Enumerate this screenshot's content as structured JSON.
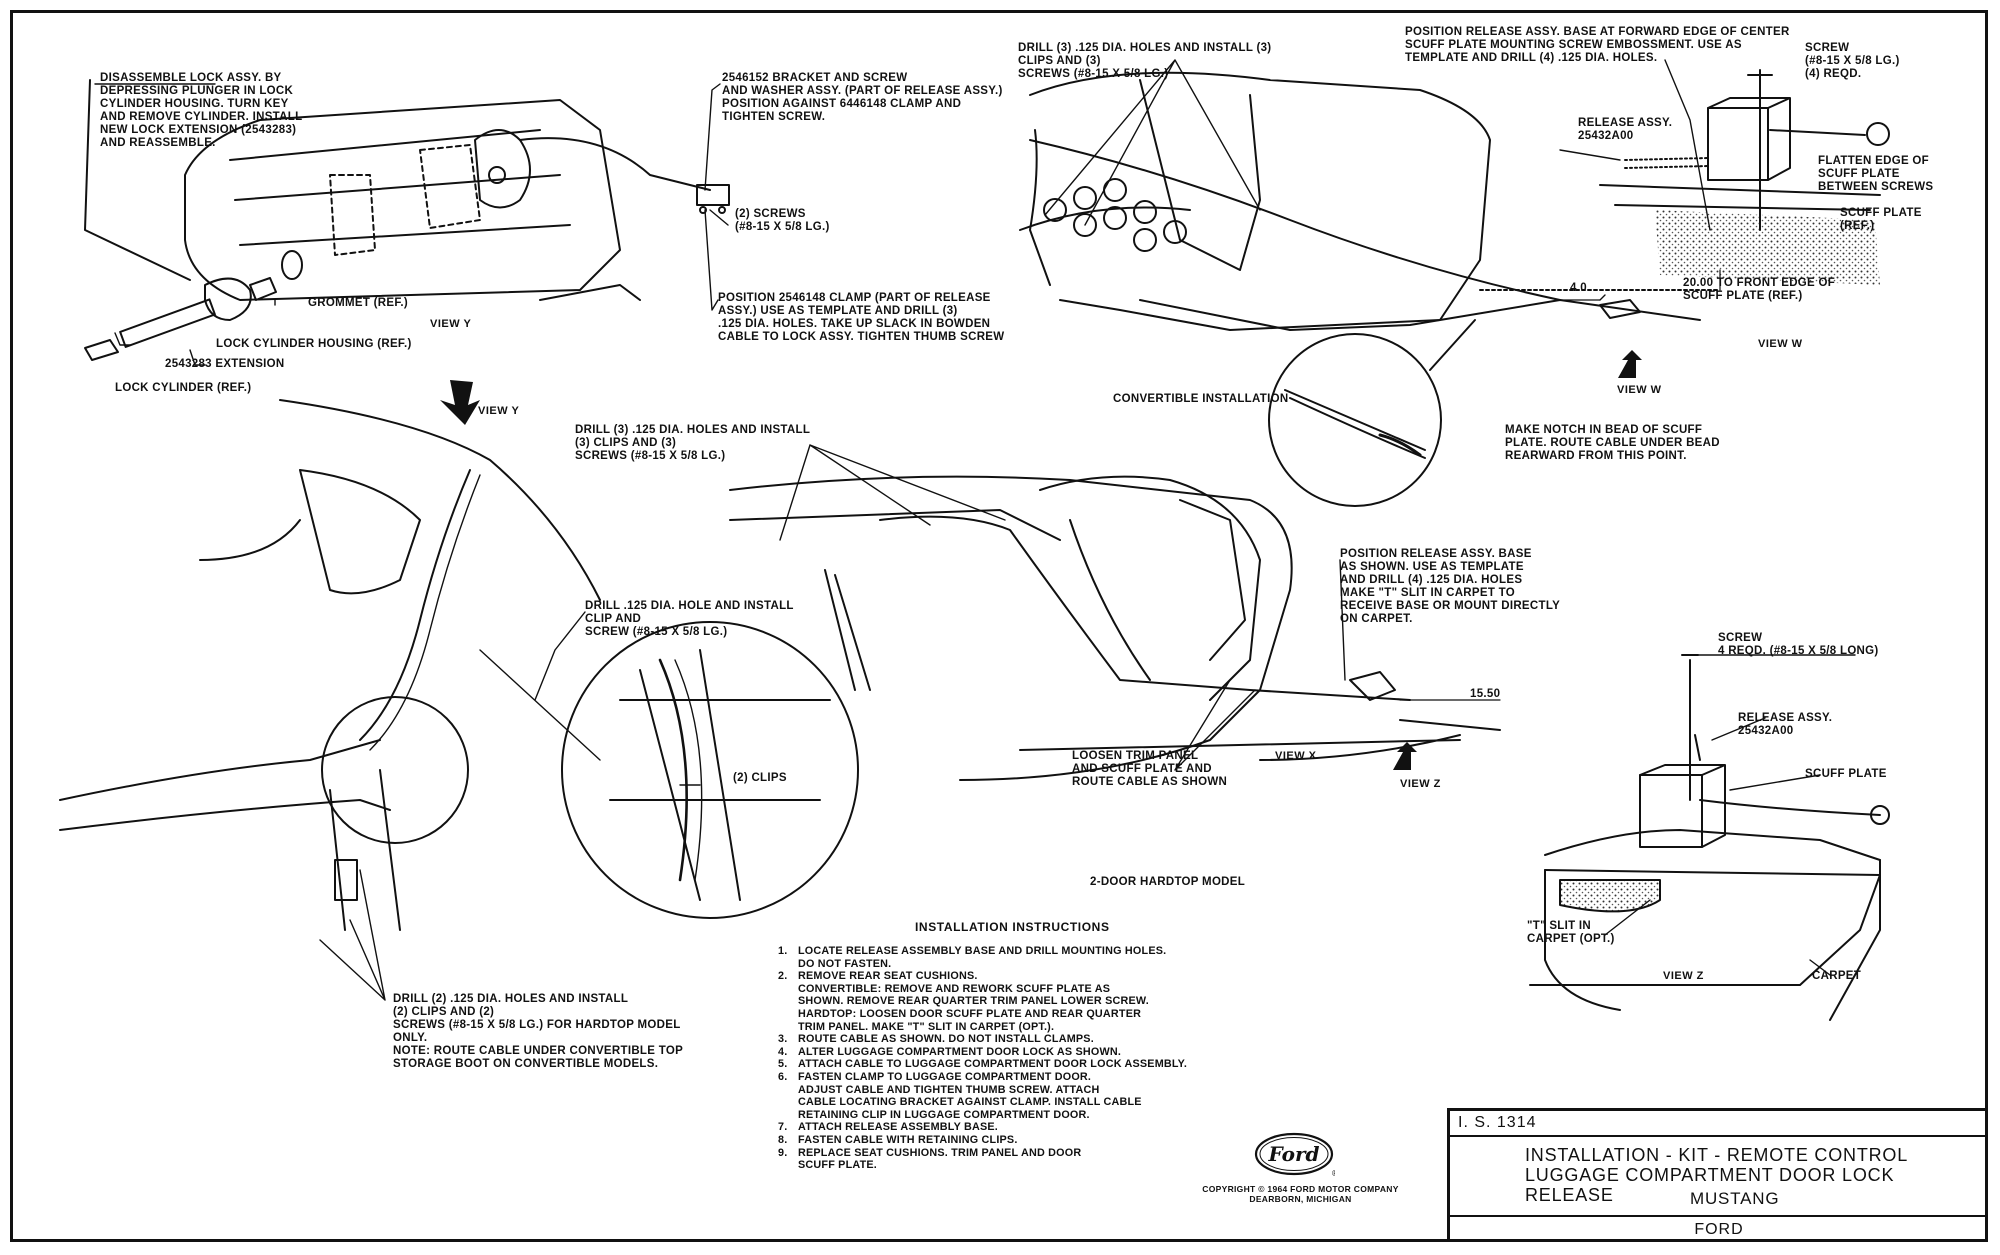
{
  "labels": {
    "disassemble": "DISASSEMBLE LOCK ASSY. BY\nDEPRESSING PLUNGER IN LOCK\nCYLINDER HOUSING. TURN KEY\nAND REMOVE CYLINDER. INSTALL\nNEW LOCK EXTENSION (2543283)\nAND REASSEMBLE.",
    "bracket": "2546152 BRACKET AND SCREW\nAND WASHER ASSY. (PART OF RELEASE ASSY.)\nPOSITION AGAINST 6446148 CLAMP AND\nTIGHTEN SCREW.",
    "screws2": "(2) SCREWS\n(#8-15 x 5/8 LG.)",
    "position_clamp": "POSITION 2546148 CLAMP (PART OF RELEASE\nASSY.)  USE AS TEMPLATE AND DRILL (3)\n.125 DIA. HOLES.  TAKE UP SLACK IN BOWDEN\nCABLE TO LOCK ASSY.  TIGHTEN THUMB SCREW",
    "grommet": "GROMMET (REF.)",
    "view_y": "VIEW Y",
    "lock_housing": "LOCK CYLINDER HOUSING (REF.)",
    "extension": "2543283 EXTENSION",
    "lock_cylinder": "LOCK CYLINDER (REF.)",
    "drill3_top": "DRILL (3) .125 DIA. HOLES AND INSTALL (3)\nCLIPS AND (3)\nSCREWS (#8-15 x 5/8 LG.)",
    "position_base_top": "POSITION RELEASE ASSY. BASE AT FORWARD EDGE OF CENTER\nSCUFF PLATE MOUNTING SCREW EMBOSSMENT.  USE AS\nTEMPLATE AND DRILL (4) .125 DIA. HOLES.",
    "screw_w": "SCREW\n(#8-15 x 5/8 LG.)\n(4) REQD.",
    "release_w": "RELEASE ASSY.\n25432A00",
    "flatten": "FLATTEN EDGE OF\nSCUFF PLATE\nBETWEEN SCREWS",
    "scuff_ref": "SCUFF PLATE\n(REF.)",
    "dim_20": "20.00 TO FRONT EDGE OF\nSCUFF PLATE (REF.)",
    "dim_4": "4.0",
    "view_w": "VIEW W",
    "view_w_arrow": "VIEW W",
    "convertible": "CONVERTIBLE INSTALLATION",
    "make_notch": "MAKE NOTCH IN BEAD OF SCUFF\nPLATE.  ROUTE CABLE UNDER BEAD\nREARWARD FROM THIS POINT.",
    "view_y_arrow": "VIEW Y",
    "drill3_mid": "DRILL (3) .125 DIA. HOLES AND INSTALL\n(3) CLIPS AND (3)\nSCREWS (#8-15 x 5/8 LG.)",
    "drill_clip": "DRILL .125 DIA. HOLE AND INSTALL\nCLIP AND\nSCREW (#8-15 x 5/8 LG.)",
    "clips2": "(2) CLIPS",
    "position_base_mid": "POSITION RELEASE ASSY. BASE\nAS SHOWN.  USE AS TEMPLATE\nAND DRILL (4) .125 DIA. HOLES\nMAKE \"T\" SLIT IN CARPET TO\nRECEIVE BASE OR MOUNT DIRECTLY\nON CARPET.",
    "dim_15": "15.50",
    "loosen": "LOOSEN TRIM PANEL\nAND SCUFF PLATE AND\nROUTE CABLE AS SHOWN",
    "view_x": "VIEW X",
    "view_z_arrow": "VIEW Z",
    "hardtop": "2-DOOR HARDTOP MODEL",
    "screw_z": "SCREW\n4 REQD. (#8-15 X 5/8 LONG)",
    "release_z": "RELEASE ASSY.\n25432A00",
    "scuff_z": "SCUFF PLATE",
    "t_slit": "\"T\" SLIT IN\nCARPET (OPT.)",
    "view_z": "VIEW Z",
    "carpet": "CARPET",
    "drill2": "DRILL (2) .125 DIA. HOLES AND INSTALL\n(2) CLIPS AND (2)\nSCREWS (#8-15 X 5/8 LG.) FOR HARDTOP MODEL\nONLY.\nNOTE:  ROUTE CABLE UNDER CONVERTIBLE TOP\nSTORAGE BOOT ON CONVERTIBLE MODELS."
  },
  "instructions": {
    "title": "INSTALLATION INSTRUCTIONS",
    "steps": [
      {
        "n": "1.",
        "text": "LOCATE RELEASE ASSEMBLY BASE AND DRILL MOUNTING HOLES.\nDO NOT FASTEN."
      },
      {
        "n": "2.",
        "text": "REMOVE REAR SEAT CUSHIONS.\n    CONVERTIBLE:  REMOVE AND REWORK SCUFF PLATE AS\n    SHOWN.  REMOVE REAR QUARTER TRIM PANEL LOWER SCREW.\n    HARDTOP:  LOOSEN DOOR SCUFF PLATE AND REAR QUARTER\n    TRIM PANEL.  MAKE \"T\" SLIT IN CARPET (OPT.)."
      },
      {
        "n": "3.",
        "text": "ROUTE CABLE AS SHOWN.  DO NOT INSTALL CLAMPS."
      },
      {
        "n": "4.",
        "text": "ALTER LUGGAGE COMPARTMENT DOOR LOCK AS SHOWN."
      },
      {
        "n": "5.",
        "text": "ATTACH CABLE TO LUGGAGE COMPARTMENT DOOR LOCK ASSEMBLY."
      },
      {
        "n": "6.",
        "text": "FASTEN CLAMP TO LUGGAGE COMPARTMENT DOOR.\nADJUST CABLE AND TIGHTEN THUMB SCREW.  ATTACH\nCABLE LOCATING BRACKET AGAINST CLAMP.  INSTALL CABLE\nRETAINING CLIP IN LUGGAGE COMPARTMENT DOOR."
      },
      {
        "n": "7.",
        "text": "ATTACH RELEASE ASSEMBLY BASE."
      },
      {
        "n": "8.",
        "text": "FASTEN CABLE WITH RETAINING CLIPS."
      },
      {
        "n": "9.",
        "text": "REPLACE SEAT CUSHIONS.  TRIM PANEL AND DOOR\nSCUFF PLATE."
      }
    ]
  },
  "title_block": {
    "sheet_no": "I. S.  1314",
    "line1": "INSTALLATION - KIT - REMOTE CONTROL",
    "line2": "LUGGAGE COMPARTMENT DOOR LOCK",
    "line3": "RELEASE",
    "line4": "MUSTANG",
    "make": "FORD"
  },
  "logo": {
    "brand": "Ford",
    "copyright": "COPYRIGHT © 1964 FORD MOTOR COMPANY\nDEARBORN, MICHIGAN"
  }
}
